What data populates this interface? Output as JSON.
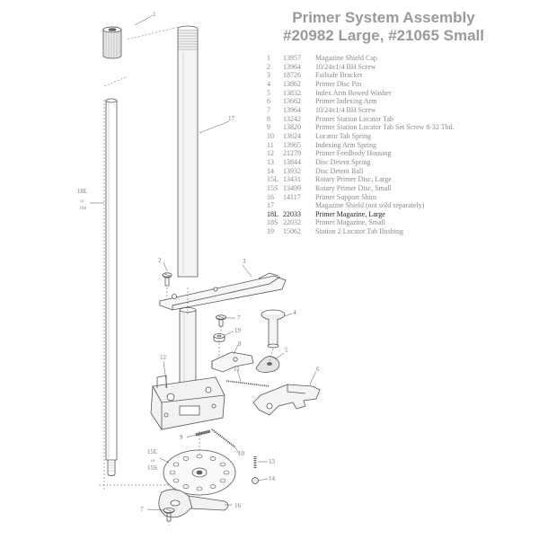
{
  "title": {
    "line1": "Primer System Assembly",
    "line2": "#20982 Large, #21065 Small"
  },
  "parts": [
    {
      "num": "1",
      "part": "13957",
      "desc": "Magazine Shield Cap"
    },
    {
      "num": "2",
      "part": "13964",
      "desc": "10/24x1/4 BH Screw"
    },
    {
      "num": "3",
      "part": "18726",
      "desc": "Failsafe Bracket"
    },
    {
      "num": "4",
      "part": "13862",
      "desc": "Primer Disc Pin"
    },
    {
      "num": "5",
      "part": "13832",
      "desc": "Index Arm Bowed Washer"
    },
    {
      "num": "6",
      "part": "13662",
      "desc": "Primer Indexing Arm"
    },
    {
      "num": "7",
      "part": "13964",
      "desc": "10/24x1/4 BH Screw"
    },
    {
      "num": "8",
      "part": "13242",
      "desc": "Primer Station Locator Tab"
    },
    {
      "num": "9",
      "part": "13820",
      "desc": "Primer Station Locator Tab Set Screw 8-32 Thd."
    },
    {
      "num": "10",
      "part": "13624",
      "desc": "Locator Tab Spring"
    },
    {
      "num": "11",
      "part": "13965",
      "desc": "Indexing Arm Spring"
    },
    {
      "num": "12",
      "part": "21279",
      "desc": "Primer Feedbody Housing"
    },
    {
      "num": "13",
      "part": "13844",
      "desc": "Disc Detent Spring"
    },
    {
      "num": "14",
      "part": "13932",
      "desc": "Disc Detent Ball"
    },
    {
      "num": "15L",
      "part": "13431",
      "desc": "Rotary Primer Disc, Large"
    },
    {
      "num": "15S",
      "part": "13499",
      "desc": "Rotary Primer Disc, Small"
    },
    {
      "num": "16",
      "part": "14117",
      "desc": "Primer Support Shim"
    },
    {
      "num": "17",
      "part": "",
      "desc": "Magazine Shield (not sold separately)"
    },
    {
      "num": "18L",
      "part": "22033",
      "desc": "Primer Magazine, Large",
      "highlight": true
    },
    {
      "num": "18S",
      "part": "22032",
      "desc": "Primer Magazine, Small"
    },
    {
      "num": "19",
      "part": "15062",
      "desc": "Station 2 Locator Tab Bushing"
    }
  ],
  "callouts": {
    "c1": "1",
    "c2": "2",
    "c3": "3",
    "c4": "4",
    "c5": "5",
    "c6": "6",
    "c7a": "7",
    "c7b": "7",
    "c8": "8",
    "c9": "9",
    "c10": "10",
    "c11": "11",
    "c12": "12",
    "c13": "13",
    "c14": "14",
    "c15l": "15L",
    "c15or": "or",
    "c15s": "15S",
    "c16": "16",
    "c17": "17",
    "c18l": "18L",
    "c18or": "or",
    "c18s": "18S",
    "c19": "19"
  }
}
